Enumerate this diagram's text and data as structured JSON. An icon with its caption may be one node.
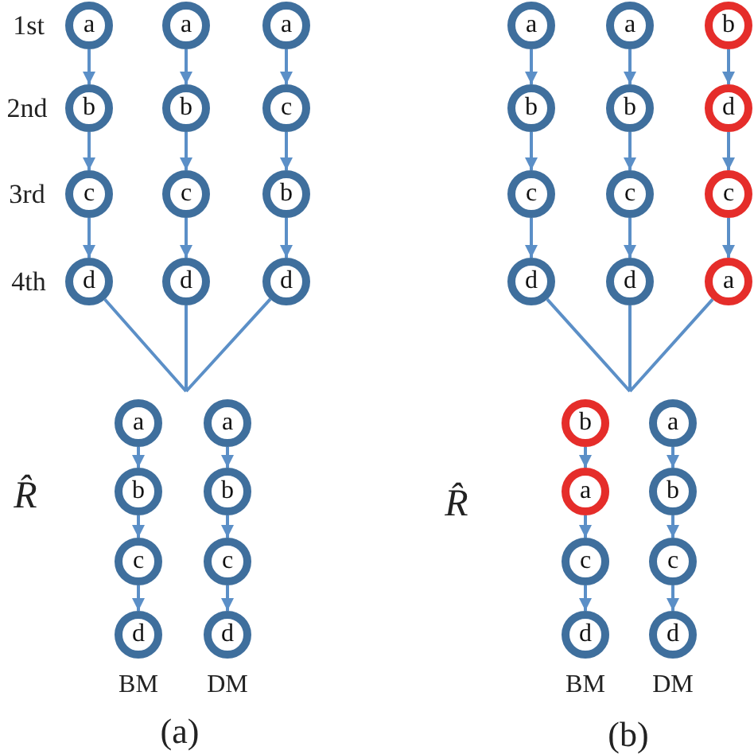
{
  "diagram": {
    "nodes": [
      {
        "text": [
          "a"
        ]
      },
      {
        "text": [
          "b"
        ]
      },
      {
        "text": [
          "c"
        ]
      },
      {
        "text": [
          "d"
        ]
      },
      {
        "text": [
          "a"
        ]
      },
      {
        "text": [
          "b"
        ]
      },
      {
        "text": [
          "c"
        ]
      },
      {
        "text": [
          "d"
        ]
      },
      {
        "text": [
          "a"
        ]
      },
      {
        "text": [
          "c"
        ]
      },
      {
        "text": [
          "b"
        ]
      },
      {
        "text": [
          "d"
        ]
      },
      {
        "text": [
          "a"
        ]
      },
      {
        "text": [
          "b"
        ]
      },
      {
        "text": [
          "c"
        ]
      },
      {
        "text": [
          "d"
        ]
      },
      {
        "text": [
          "a"
        ]
      },
      {
        "text": [
          "b"
        ]
      },
      {
        "text": [
          "c"
        ]
      },
      {
        "text": [
          "d"
        ]
      },
      {
        "text": [
          "a"
        ]
      },
      {
        "text": [
          "b"
        ]
      },
      {
        "text": [
          "c"
        ]
      },
      {
        "text": [
          "d"
        ]
      },
      {
        "text": [
          "a"
        ]
      },
      {
        "text": [
          "b"
        ]
      },
      {
        "text": [
          "c"
        ]
      },
      {
        "text": [
          "d"
        ]
      },
      {
        "text": [
          "b"
        ]
      },
      {
        "text": [
          "d"
        ]
      },
      {
        "text": [
          "c"
        ]
      },
      {
        "text": [
          "a"
        ]
      },
      {
        "text": [
          "b"
        ]
      },
      {
        "text": [
          "a"
        ]
      },
      {
        "text": [
          "c"
        ]
      },
      {
        "text": [
          "d"
        ]
      },
      {
        "text": [
          "a"
        ]
      },
      {
        "text": [
          "b"
        ]
      },
      {
        "text": [
          "c"
        ]
      },
      {
        "text": [
          "d"
        ]
      }
    ],
    "edges": [
      {
        "from": 0,
        "to": 1,
        "arrow": "to"
      },
      {
        "from": 1,
        "to": 2,
        "arrow": "to"
      },
      {
        "from": 2,
        "to": 3,
        "arrow": "to"
      },
      {
        "from": 4,
        "to": 5,
        "arrow": "to"
      },
      {
        "from": 5,
        "to": 6,
        "arrow": "to"
      },
      {
        "from": 6,
        "to": 7,
        "arrow": "to"
      },
      {
        "from": 8,
        "to": 9,
        "arrow": "to"
      },
      {
        "from": 9,
        "to": 10,
        "arrow": "to"
      },
      {
        "from": 10,
        "to": 11,
        "arrow": "to"
      },
      {
        "from": 12,
        "to": 13,
        "arrow": "to"
      },
      {
        "from": 13,
        "to": 14,
        "arrow": "to"
      },
      {
        "from": 14,
        "to": 15,
        "arrow": "to"
      },
      {
        "from": 16,
        "to": 17,
        "arrow": "to"
      },
      {
        "from": 17,
        "to": 18,
        "arrow": "to"
      },
      {
        "from": 18,
        "to": 19,
        "arrow": "to"
      },
      {
        "from": 20,
        "to": 21,
        "arrow": "to"
      },
      {
        "from": 21,
        "to": 22,
        "arrow": "to"
      },
      {
        "from": 22,
        "to": 23,
        "arrow": "to"
      },
      {
        "from": 24,
        "to": 25,
        "arrow": "to"
      },
      {
        "from": 25,
        "to": 26,
        "arrow": "to"
      },
      {
        "from": 26,
        "to": 27,
        "arrow": "to"
      },
      {
        "from": 28,
        "to": 29,
        "arrow": "to"
      },
      {
        "from": 29,
        "to": 30,
        "arrow": "to"
      },
      {
        "from": 30,
        "to": 31,
        "arrow": "to"
      },
      {
        "from": 32,
        "to": 33,
        "arrow": "to"
      },
      {
        "from": 33,
        "to": 34,
        "arrow": "to"
      },
      {
        "from": 34,
        "to": 35,
        "arrow": "to"
      },
      {
        "from": 36,
        "to": 37,
        "arrow": "to"
      },
      {
        "from": 37,
        "to": 38,
        "arrow": "to"
      },
      {
        "from": 38,
        "to": 39,
        "arrow": "to"
      },
      {
        "from": 3,
        "to": null,
        "arrow": "none"
      },
      {
        "from": 7,
        "to": null,
        "arrow": "none"
      },
      {
        "from": 11,
        "to": null,
        "arrow": "none"
      },
      {
        "from": 23,
        "to": null,
        "arrow": "none"
      },
      {
        "from": 27,
        "to": null,
        "arrow": "none"
      },
      {
        "from": 31,
        "to": null,
        "arrow": "none"
      }
    ],
    "labels": [
      "1st",
      "2nd",
      "3rd",
      "4th",
      "R̂",
      "BM",
      "DM",
      "(a)",
      "R̂",
      "BM",
      "DM",
      "(b)"
    ]
  }
}
